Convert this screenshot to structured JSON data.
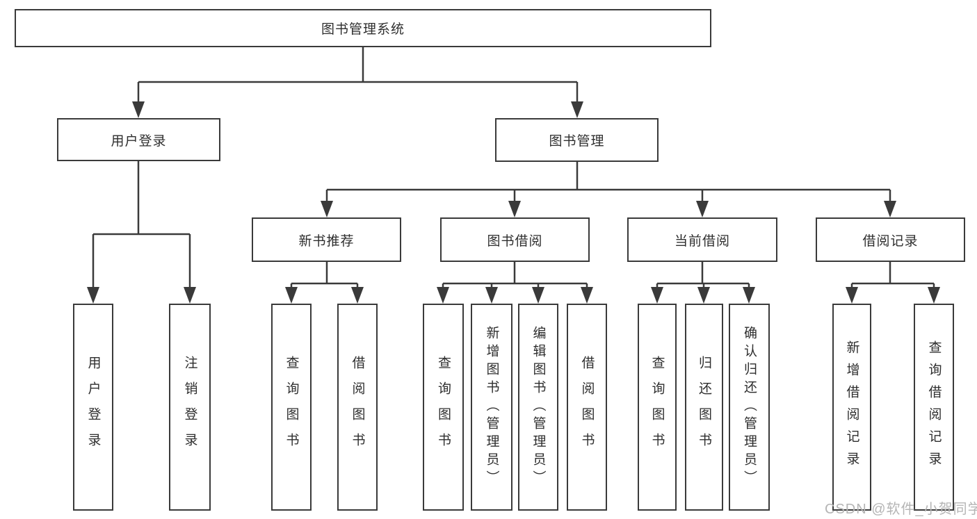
{
  "diagram": {
    "colors": {
      "line": "#3a3a3a",
      "box_border": "#3a3a3a",
      "text": "#2e2e2e",
      "background": "#ffffff",
      "watermark": "#b5b5b5"
    },
    "nodes": {
      "system": "图书管理系统",
      "user_login_group": "用户登录",
      "book_management": "图书管理",
      "new_book_recommendation": "新书推荐",
      "book_borrowing": "图书借阅",
      "current_borrowing": "当前借阅",
      "borrowing_records": "借阅记录",
      "leaf_user_login": "用户登录",
      "leaf_logout": "注销登录",
      "leaf_query_books_recommend": "查询图书",
      "leaf_borrow_books_recommend": "借阅图书",
      "leaf_query_books_borrowing": "查询图书",
      "leaf_add_book_admin": "新增图书（管理员）",
      "leaf_edit_book_admin": "编辑图书（管理员）",
      "leaf_borrow_books_borrowing": "借阅图书",
      "leaf_query_books_current": "查询图书",
      "leaf_return_books": "归还图书",
      "leaf_confirm_return_admin": "确认归还（管理员）",
      "leaf_add_borrow_record": "新增借阅记录",
      "leaf_query_borrow_record": "查询借阅记录"
    },
    "hierarchy": {
      "图书管理系统": [
        "用户登录",
        "图书管理"
      ],
      "用户登录": [
        "用户登录",
        "注销登录"
      ],
      "图书管理": [
        "新书推荐",
        "图书借阅",
        "当前借阅",
        "借阅记录"
      ],
      "新书推荐": [
        "查询图书",
        "借阅图书"
      ],
      "图书借阅": [
        "查询图书",
        "新增图书（管理员）",
        "编辑图书（管理员）",
        "借阅图书"
      ],
      "当前借阅": [
        "查询图书",
        "归还图书",
        "确认归还（管理员）"
      ],
      "借阅记录": [
        "新增借阅记录",
        "查询借阅记录"
      ]
    },
    "watermark": "CSDN @软件_小贺同学"
  }
}
